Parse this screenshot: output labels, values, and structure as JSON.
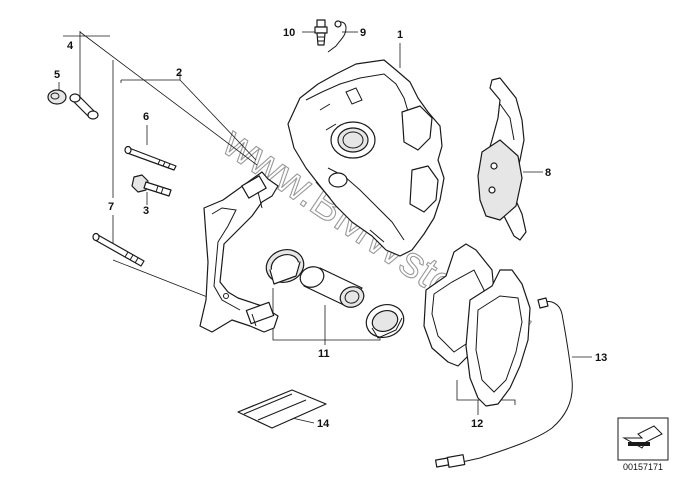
{
  "watermark": "www.BMWstore.bl",
  "reference_number": "00157171",
  "callouts": [
    {
      "id": "c1",
      "label": "1"
    },
    {
      "id": "c2",
      "label": "2"
    },
    {
      "id": "c3",
      "label": "3"
    },
    {
      "id": "c4",
      "label": "4"
    },
    {
      "id": "c5",
      "label": "5"
    },
    {
      "id": "c6",
      "label": "6"
    },
    {
      "id": "c7",
      "label": "7"
    },
    {
      "id": "c8",
      "label": "8"
    },
    {
      "id": "c9",
      "label": "9"
    },
    {
      "id": "c10",
      "label": "10"
    },
    {
      "id": "c11",
      "label": "11"
    },
    {
      "id": "c12",
      "label": "12"
    },
    {
      "id": "c13",
      "label": "13"
    },
    {
      "id": "c14",
      "label": "14"
    }
  ]
}
